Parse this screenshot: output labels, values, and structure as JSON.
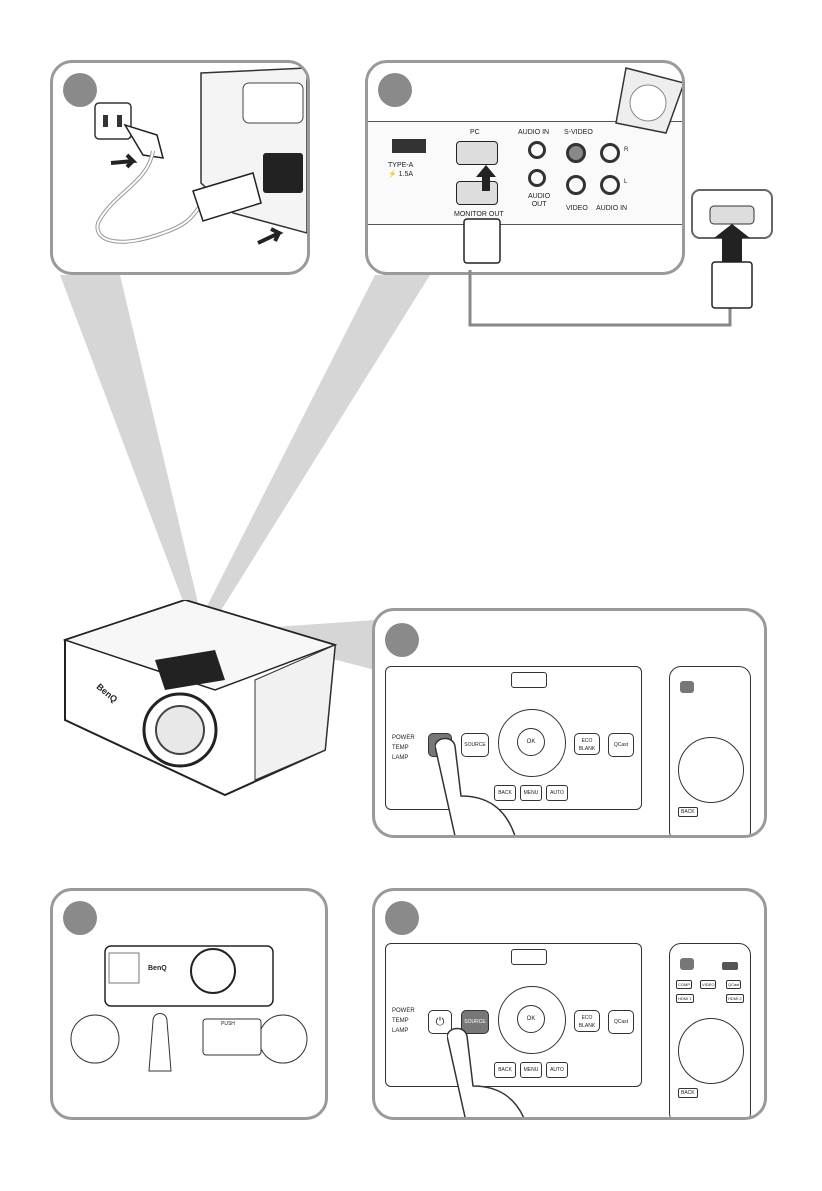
{
  "colors": {
    "panel_border": "#9a9a9a",
    "step_circle": "#8a8a8a",
    "beam": "#d4d4d4",
    "button_highlight": "#777777"
  },
  "connectors": {
    "usb_lines": [
      "TYPE-A",
      "⚡ 1.5A"
    ],
    "pc": "PC",
    "audio_in": "AUDIO IN",
    "audio_out_lines": [
      "AUDIO",
      "OUT"
    ],
    "s_video": "S-VIDEO",
    "video": "VIDEO",
    "audio_in_2": "AUDIO IN",
    "r": "R",
    "l": "L",
    "monitor_out": "MONITOR OUT"
  },
  "control_panel": {
    "indicators": [
      "POWER",
      "TEMP",
      "LAMP"
    ],
    "source": "SOURCE",
    "ok": "OK",
    "eco_blank_lines": [
      "ECO",
      "BLANK"
    ],
    "qcast": "QCast",
    "back": "BACK",
    "menu": "MENU",
    "auto": "AUTO"
  },
  "remote": {
    "row1": [
      "COMP",
      "VIDEO",
      "QCast"
    ],
    "row2": [
      "HDMI 1",
      "",
      "HDMI 2"
    ],
    "back": "BACK"
  },
  "projector": {
    "brand": "BenQ",
    "push": "PUSH"
  },
  "icons": [
    "power-plug-icon",
    "power-button-icon",
    "arrow-icon",
    "pointing-hand-icon",
    "ok-icon"
  ]
}
